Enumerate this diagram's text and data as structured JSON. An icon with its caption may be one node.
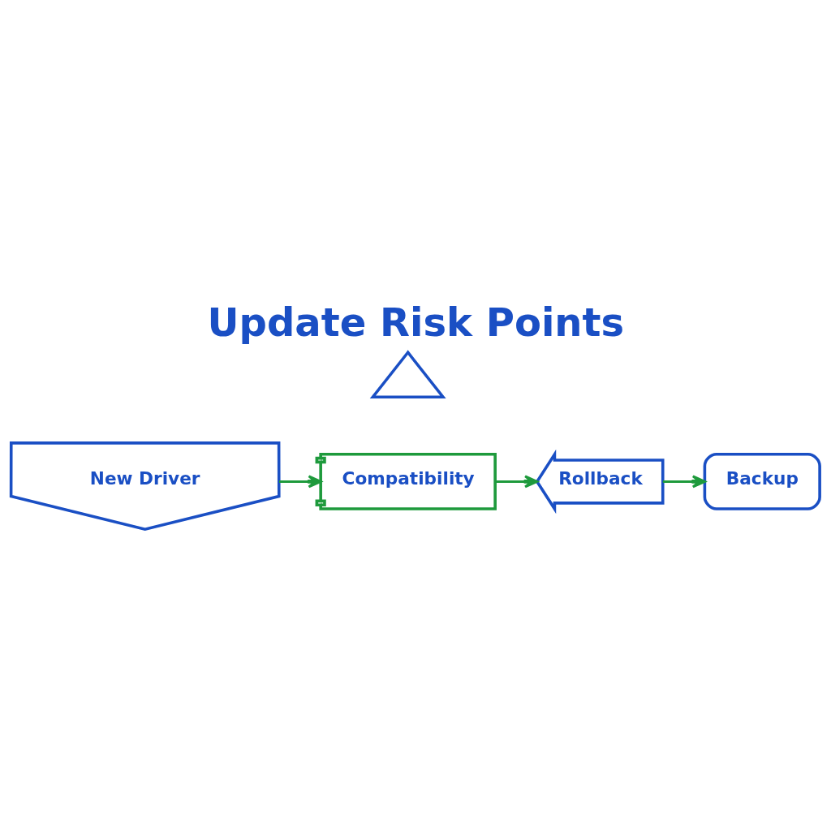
{
  "diagram": {
    "title": "Update Risk Points",
    "nodes": [
      {
        "text": [],
        "shape": "triangle"
      },
      {
        "text": [
          "New Driver"
        ]
      },
      {
        "text": [
          "Compatibility"
        ]
      },
      {
        "text": [
          "Rollback"
        ]
      },
      {
        "text": [
          "Backup"
        ]
      }
    ],
    "edges": [
      {
        "from": 1,
        "to": 2,
        "arrow": "to"
      },
      {
        "from": 2,
        "to": 3,
        "arrow": "to"
      },
      {
        "from": 3,
        "to": 4,
        "arrow": "to"
      }
    ]
  }
}
